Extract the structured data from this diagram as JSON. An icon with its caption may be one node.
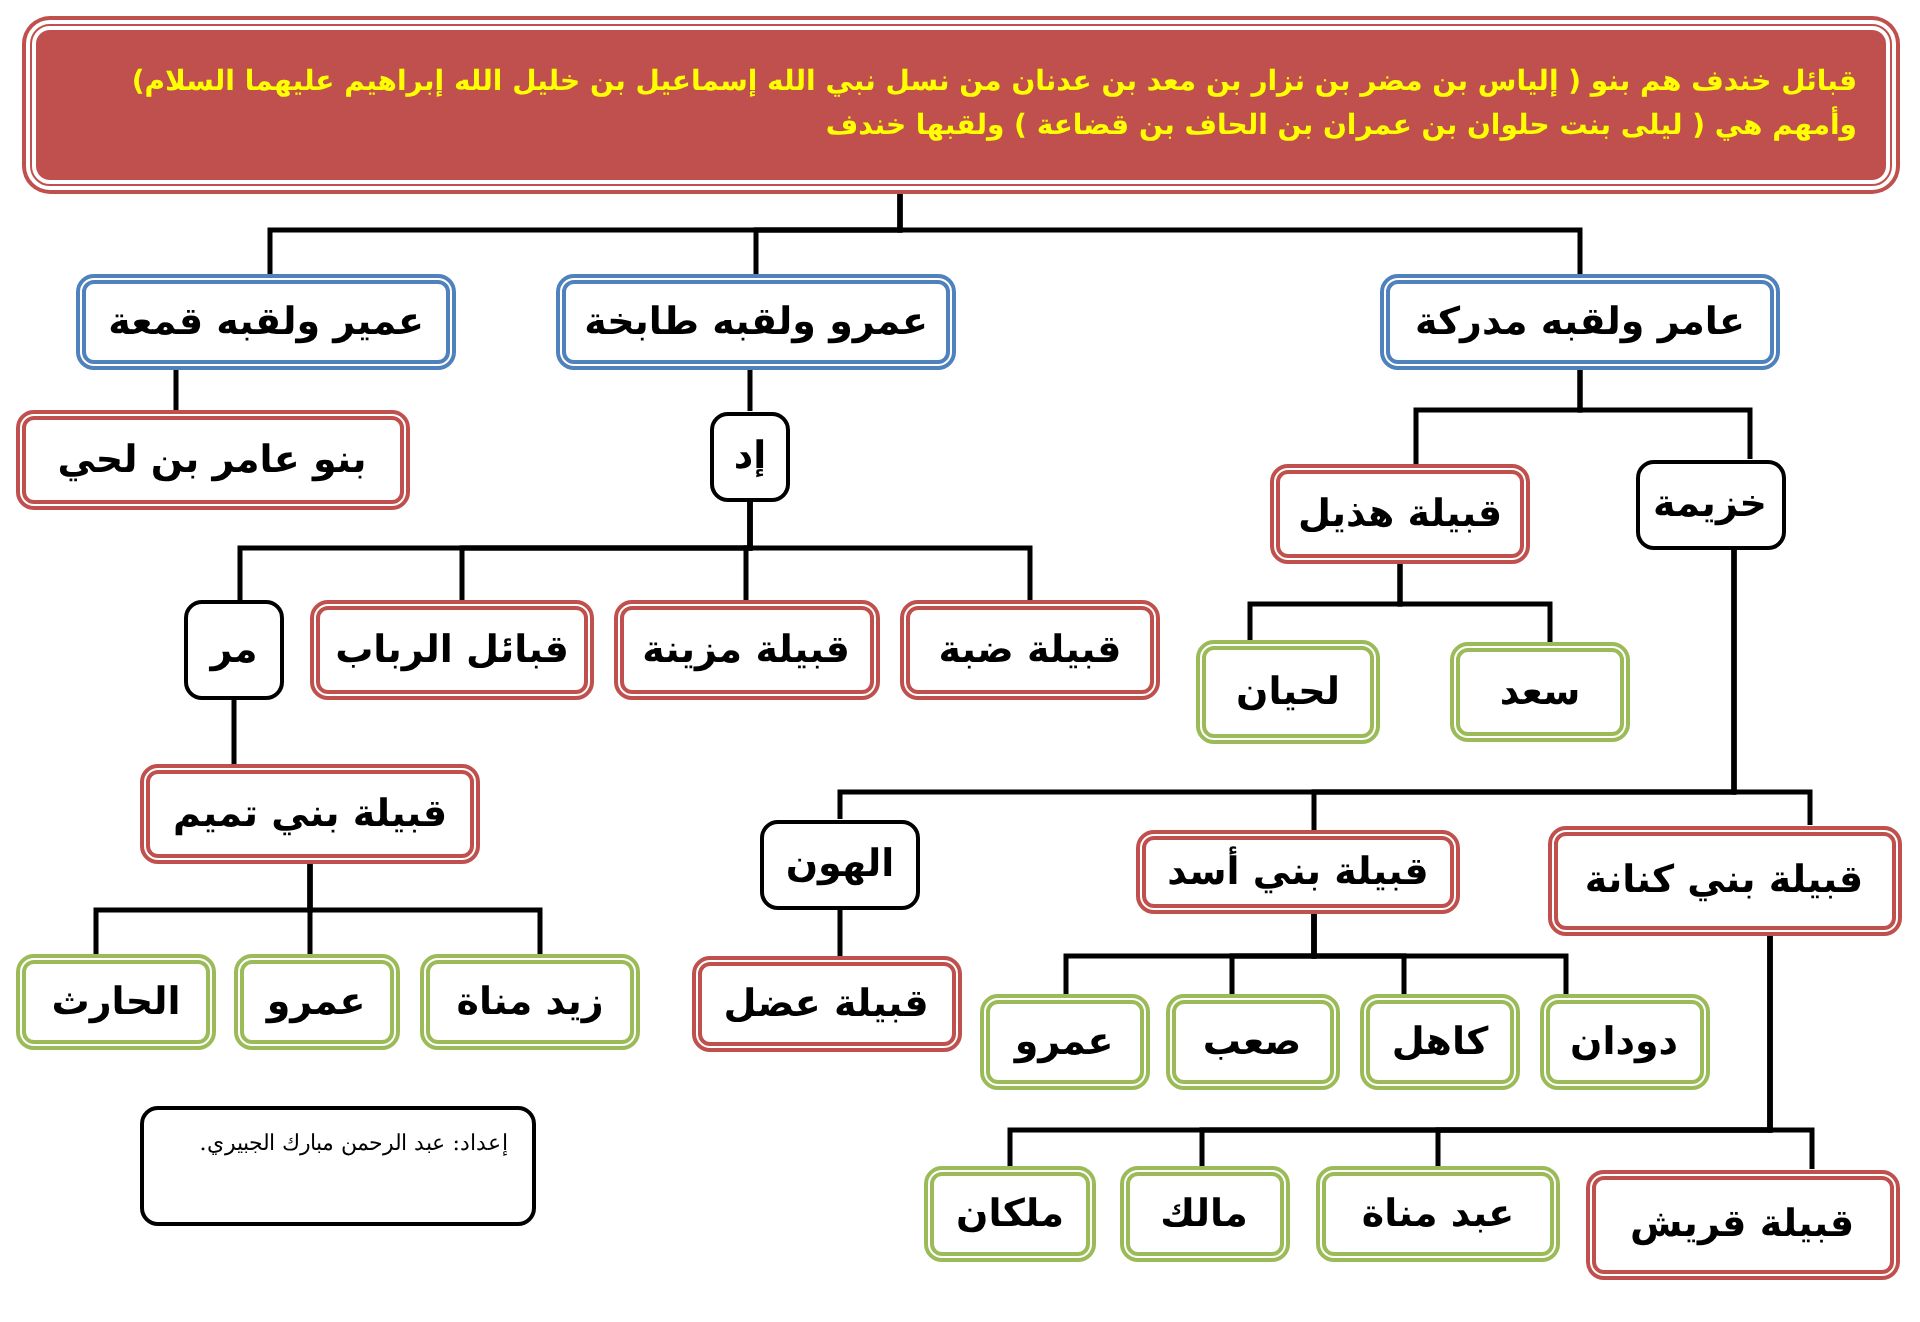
{
  "diagram": {
    "nodes": [
      {
        "text": [
          "قبائل خندف هم بنو ( إلياس بن مضر بن نزار بن معد بن عدنان من نسل نبي الله إسماعيل بن خليل الله إبراهيم عليهما السلام) وأمهم هي ( ليلى بنت حلوان بن عمران بن الحاف بن قضاعة ) ولقبها خندف"
        ]
      },
      {
        "text": [
          "عامر ولقبه مدركة"
        ]
      },
      {
        "text": [
          "عمرو ولقبه طابخة"
        ]
      },
      {
        "text": [
          "عمير ولقبه قمعة"
        ]
      },
      {
        "text": [
          "خزيمة"
        ]
      },
      {
        "text": [
          "قبيلة هذيل"
        ]
      },
      {
        "text": [
          "إد"
        ]
      },
      {
        "text": [
          "بنو عامر بن لحي"
        ]
      },
      {
        "text": [
          "سعد"
        ]
      },
      {
        "text": [
          "لحيان"
        ]
      },
      {
        "text": [
          "قبيلة ضبة"
        ]
      },
      {
        "text": [
          "قبيلة مزينة"
        ]
      },
      {
        "text": [
          "قبائل الرباب"
        ]
      },
      {
        "text": [
          "مر"
        ]
      },
      {
        "text": [
          "قبيلة بني كنانة"
        ]
      },
      {
        "text": [
          "قبيلة بني أسد"
        ]
      },
      {
        "text": [
          "الهون"
        ]
      },
      {
        "text": [
          "قبيلة بني تميم"
        ]
      },
      {
        "text": [
          "دودان"
        ]
      },
      {
        "text": [
          "كاهل"
        ]
      },
      {
        "text": [
          "صعب"
        ]
      },
      {
        "text": [
          "عمرو"
        ]
      },
      {
        "text": [
          "قبيلة عضل"
        ]
      },
      {
        "text": [
          "زيد مناة"
        ]
      },
      {
        "text": [
          "عمرو"
        ]
      },
      {
        "text": [
          "الحارث"
        ]
      },
      {
        "text": [
          "قبيلة قريش"
        ]
      },
      {
        "text": [
          "عبد مناة"
        ]
      },
      {
        "text": [
          "مالك"
        ]
      },
      {
        "text": [
          "ملكان"
        ]
      },
      {
        "text": [
          "إعداد: عبد الرحمن مبارك الجبيري."
        ]
      }
    ],
    "edges": [
      {
        "from": 0,
        "to": 1,
        "arrow": "none"
      },
      {
        "from": 0,
        "to": 2,
        "arrow": "none"
      },
      {
        "from": 0,
        "to": 3,
        "arrow": "none"
      },
      {
        "from": 1,
        "to": 4,
        "arrow": "none"
      },
      {
        "from": 1,
        "to": 5,
        "arrow": "none"
      },
      {
        "from": 2,
        "to": 6,
        "arrow": "none"
      },
      {
        "from": 3,
        "to": 7,
        "arrow": "none"
      },
      {
        "from": 5,
        "to": 8,
        "arrow": "none"
      },
      {
        "from": 5,
        "to": 9,
        "arrow": "none"
      },
      {
        "from": 6,
        "to": 10,
        "arrow": "none"
      },
      {
        "from": 6,
        "to": 11,
        "arrow": "none"
      },
      {
        "from": 6,
        "to": 12,
        "arrow": "none"
      },
      {
        "from": 6,
        "to": 13,
        "arrow": "none"
      },
      {
        "from": 4,
        "to": 14,
        "arrow": "none"
      },
      {
        "from": 4,
        "to": 15,
        "arrow": "none"
      },
      {
        "from": 4,
        "to": 16,
        "arrow": "none"
      },
      {
        "from": 13,
        "to": 17,
        "arrow": "none"
      },
      {
        "from": 14,
        "to": 26,
        "arrow": "none"
      },
      {
        "from": 14,
        "to": 27,
        "arrow": "none"
      },
      {
        "from": 14,
        "to": 28,
        "arrow": "none"
      },
      {
        "from": 14,
        "to": 29,
        "arrow": "none"
      },
      {
        "from": 15,
        "to": 18,
        "arrow": "none"
      },
      {
        "from": 15,
        "to": 19,
        "arrow": "none"
      },
      {
        "from": 15,
        "to": 20,
        "arrow": "none"
      },
      {
        "from": 15,
        "to": 21,
        "arrow": "none"
      },
      {
        "from": 16,
        "to": 22,
        "arrow": "none"
      },
      {
        "from": 17,
        "to": 23,
        "arrow": "none"
      },
      {
        "from": 17,
        "to": 24,
        "arrow": "none"
      },
      {
        "from": 17,
        "to": 25,
        "arrow": "none"
      }
    ]
  }
}
